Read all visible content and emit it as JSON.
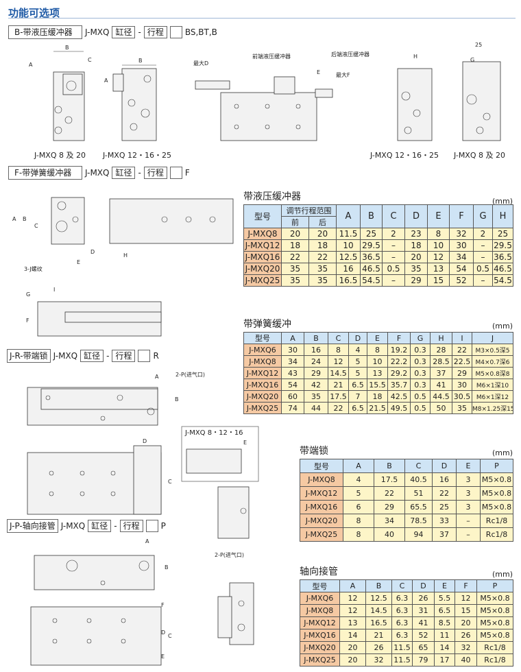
{
  "page_title": "功能可选项",
  "options": [
    {
      "label": "B-带液压缓冲器",
      "model": "J-MXQ",
      "bore": "缸径",
      "dash": "-",
      "stroke": "行程",
      "suffix": "BS,BT,B"
    },
    {
      "label": "F-带弹簧缓冲器",
      "model": "J-MXQ",
      "bore": "缸径",
      "dash": "-",
      "stroke": "行程",
      "suffix": "F"
    },
    {
      "label": "J-R-带端锁",
      "model": "J-MXQ",
      "bore": "缸径",
      "dash": "-",
      "stroke": "行程",
      "suffix": "R"
    },
    {
      "label": "J-P-轴向接管",
      "model": "J-MXQ",
      "bore": "缸径",
      "dash": "-",
      "stroke": "行程",
      "suffix": "P"
    }
  ],
  "drawing_labels": {
    "cap_8_20": "J-MXQ 8 及 20",
    "cap_12_16_25": "J-MXQ 12・16・25",
    "cap_8_12_16": "J-MXQ 8・12・16",
    "max_d": "最大D",
    "max_f": "最大F",
    "front_absorber": "前端液压缓冲器",
    "rear_absorber": "后端液压缓冲器",
    "thread": "3-J螺纹",
    "port": "2-P(进气口)",
    "dim_25": "25",
    "A": "A",
    "B": "B",
    "C": "C",
    "D": "D",
    "E": "E",
    "F": "F",
    "G": "G",
    "H": "H",
    "I": "I"
  },
  "unit": "(mm)",
  "tables": {
    "hydraulic": {
      "title": "带液压缓冲器",
      "h_model": "型号",
      "h_range": "调节行程范围",
      "h_front": "前",
      "h_rear": "后",
      "cols": [
        "A",
        "B",
        "C",
        "D",
        "E",
        "F",
        "G",
        "H"
      ],
      "rows": [
        [
          "J-MXQ8",
          "20",
          "20",
          "11.5",
          "25",
          "2",
          "23",
          "8",
          "32",
          "2",
          "25"
        ],
        [
          "J-MXQ12",
          "18",
          "18",
          "10",
          "29.5",
          "–",
          "18",
          "10",
          "30",
          "–",
          "29.5"
        ],
        [
          "J-MXQ16",
          "22",
          "22",
          "12.5",
          "36.5",
          "–",
          "20",
          "12",
          "34",
          "–",
          "36.5"
        ],
        [
          "J-MXQ20",
          "35",
          "35",
          "16",
          "46.5",
          "0.5",
          "35",
          "13",
          "54",
          "0.5",
          "46.5"
        ],
        [
          "J-MXQ25",
          "35",
          "35",
          "16.5",
          "54.5",
          "–",
          "29",
          "15",
          "52",
          "–",
          "54.5"
        ]
      ]
    },
    "spring": {
      "title": "带弹簧缓冲",
      "cols": [
        "型号",
        "A",
        "B",
        "C",
        "D",
        "E",
        "F",
        "G",
        "H",
        "I",
        "J"
      ],
      "rows": [
        [
          "J-MXQ6",
          "30",
          "16",
          "8",
          "4",
          "8",
          "19.2",
          "0.3",
          "28",
          "22",
          "M3×0.5深5"
        ],
        [
          "J-MXQ8",
          "34",
          "24",
          "12",
          "5",
          "10",
          "22.2",
          "0.3",
          "28.5",
          "22.5",
          "M4×0.7深6"
        ],
        [
          "J-MXQ12",
          "43",
          "29",
          "14.5",
          "5",
          "13",
          "29.2",
          "0.3",
          "37",
          "29",
          "M5×0.8深8"
        ],
        [
          "J-MXQ16",
          "54",
          "42",
          "21",
          "6.5",
          "15.5",
          "35.7",
          "0.3",
          "41",
          "30",
          "M6×1深10"
        ],
        [
          "J-MXQ20",
          "60",
          "35",
          "17.5",
          "7",
          "18",
          "42.5",
          "0.5",
          "44.5",
          "30.5",
          "M6×1深12"
        ],
        [
          "J-MXQ25",
          "74",
          "44",
          "22",
          "6.5",
          "21.5",
          "49.5",
          "0.5",
          "50",
          "35",
          "M8×1.25深15"
        ]
      ]
    },
    "endlock": {
      "title": "带端锁",
      "cols": [
        "型号",
        "A",
        "B",
        "C",
        "D",
        "E",
        "P"
      ],
      "rows": [
        [
          "J-MXQ8",
          "4",
          "17.5",
          "40.5",
          "16",
          "3",
          "M5×0.8"
        ],
        [
          "J-MXQ12",
          "5",
          "22",
          "51",
          "22",
          "3",
          "M5×0.8"
        ],
        [
          "J-MXQ16",
          "6",
          "29",
          "65.5",
          "25",
          "3",
          "M5×0.8"
        ],
        [
          "J-MXQ20",
          "8",
          "34",
          "78.5",
          "33",
          "–",
          "Rc1/8"
        ],
        [
          "J-MXQ25",
          "8",
          "40",
          "94",
          "37",
          "–",
          "Rc1/8"
        ]
      ]
    },
    "axial": {
      "title": "轴向接管",
      "cols": [
        "型号",
        "A",
        "B",
        "C",
        "D",
        "E",
        "F",
        "P"
      ],
      "rows": [
        [
          "J-MXQ6",
          "12",
          "12.5",
          "6.3",
          "26",
          "5.5",
          "12",
          "M5×0.8"
        ],
        [
          "J-MXQ8",
          "12",
          "14.5",
          "6.3",
          "31",
          "6.5",
          "15",
          "M5×0.8"
        ],
        [
          "J-MXQ12",
          "13",
          "16.5",
          "6.3",
          "41",
          "8.5",
          "20",
          "M5×0.8"
        ],
        [
          "J-MXQ16",
          "14",
          "21",
          "6.3",
          "52",
          "11",
          "26",
          "M5×0.8"
        ],
        [
          "J-MXQ20",
          "20",
          "26",
          "11.5",
          "65",
          "14",
          "32",
          "Rc1/8"
        ],
        [
          "J-MXQ25",
          "20",
          "32",
          "11.5",
          "79",
          "17",
          "40",
          "Rc1/8"
        ]
      ]
    }
  }
}
